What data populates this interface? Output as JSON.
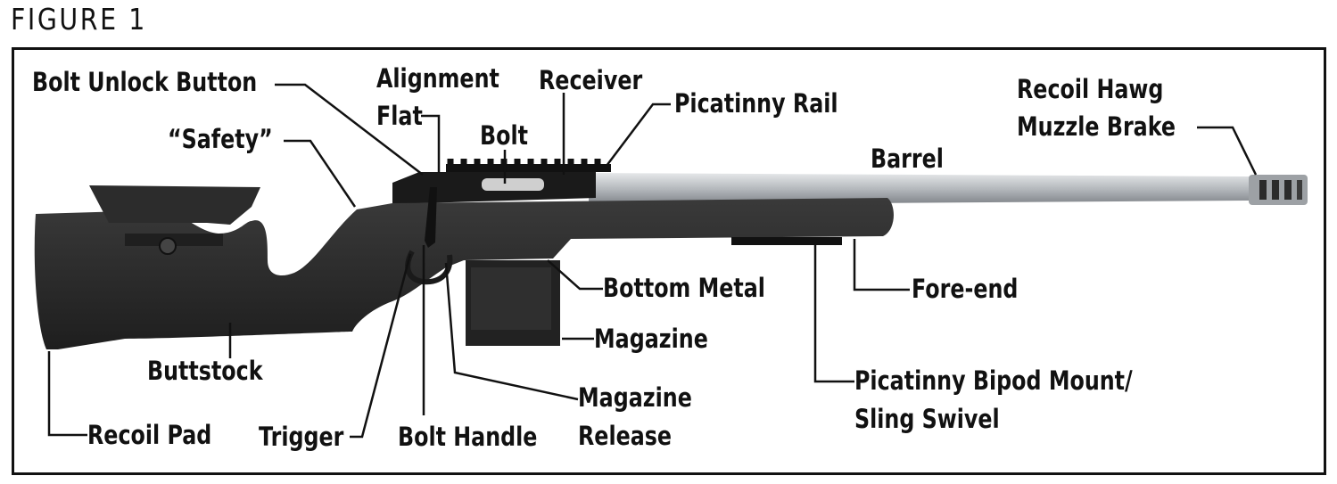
{
  "figure_title": "FIGURE 1",
  "labels": {
    "bolt_unlock_button": "Bolt Unlock Button",
    "safety": "“Safety”",
    "alignment_flat_1": "Alignment",
    "alignment_flat_2": "Flat",
    "receiver": "Receiver",
    "bolt": "Bolt",
    "picatinny_rail": "Picatinny Rail",
    "barrel": "Barrel",
    "muzzle_brake_1": "Recoil Hawg",
    "muzzle_brake_2": "Muzzle Brake",
    "bottom_metal": "Bottom Metal",
    "magazine": "Magazine",
    "fore_end": "Fore-end",
    "buttstock": "Buttstock",
    "recoil_pad": "Recoil Pad",
    "trigger": "Trigger",
    "bolt_handle": "Bolt Handle",
    "magazine_release_1": "Magazine",
    "magazine_release_2": "Release",
    "bipod_mount_1": "Picatinny Bipod Mount/",
    "bipod_mount_2": "Sling Swivel"
  },
  "colors": {
    "stock": "#2a2a2a",
    "metal": "#1c1c1c",
    "barrel": "#b9bcbf",
    "leader": "#111111"
  }
}
